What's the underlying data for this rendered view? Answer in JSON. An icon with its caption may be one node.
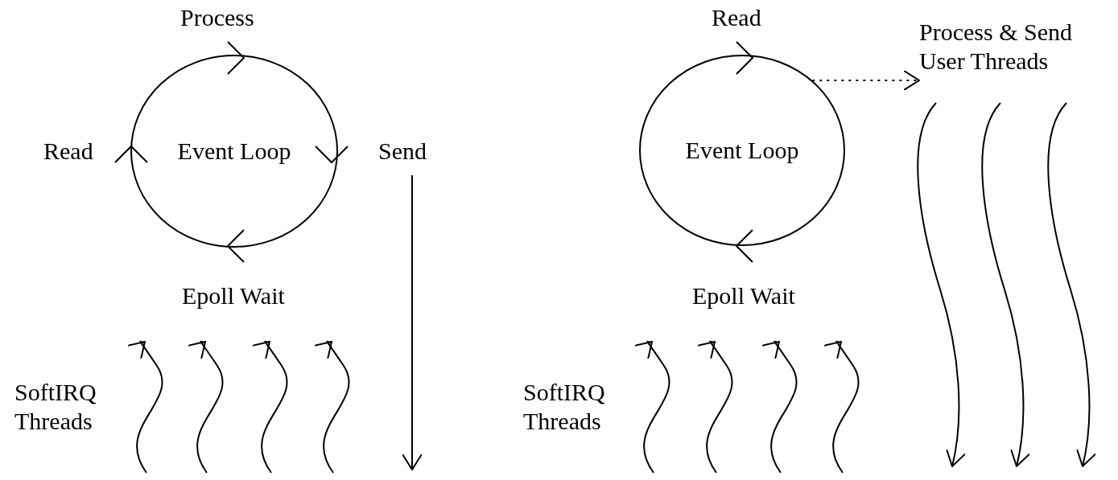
{
  "diagram": {
    "nodes": [
      {
        "text": [
          "Event Loop"
        ]
      },
      {
        "text": [
          "Event Loop"
        ]
      },
      {
        "text": [
          "Process & Send User Threads"
        ]
      }
    ],
    "edges": [
      {
        "from": 1,
        "to": 2,
        "arrow": "to",
        "style": "dashed"
      }
    ],
    "labels": [
      "Process",
      "Read",
      "Send",
      "Epoll Wait",
      "SoftIRQ Threads",
      "Read",
      "Epoll Wait",
      "SoftIRQ Threads"
    ]
  }
}
